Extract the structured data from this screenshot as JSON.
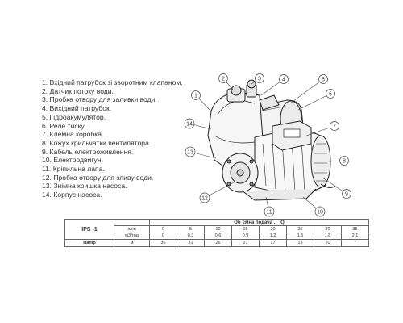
{
  "legend": [
    "1. Вхідний патрубок зі зворотним клапаном.",
    "2. Датчик потоку води.",
    "3. Пробка отвору для заливки води.",
    "4. Вихідний патрубок.",
    "5. Гідроакумулятор.",
    "6. Реле тиску.",
    "7. Клемна коробка.",
    "8. Кожух крильчатки вентилятора.",
    "9. Кабель електроживлення.",
    "10. Електродвигун.",
    "11. Кріпильна лапа.",
    "12. Пробка отвору для зливу води.",
    "13. Знімна кришка насоса.",
    "14. Корпус насоса."
  ],
  "callouts": [
    "1",
    "2",
    "3",
    "4",
    "5",
    "6",
    "7",
    "8",
    "9",
    "10",
    "11",
    "12",
    "13",
    "14"
  ],
  "table": {
    "model": "IPS -1",
    "header_label": "Об`ємна подача ,",
    "header_symbol": "Q",
    "rows": [
      {
        "label": "",
        "unit": "л/хв",
        "values": [
          "0",
          "5",
          "10",
          "15",
          "20",
          "25",
          "30",
          "35"
        ]
      },
      {
        "label": "",
        "unit": "м3/год",
        "values": [
          "0",
          "0.3",
          "0.6",
          "0.9",
          "1.2",
          "1.5",
          "1.8",
          "2.1"
        ]
      },
      {
        "label": "Напір",
        "unit": "м",
        "values": [
          "36",
          "31",
          "26",
          "21",
          "17",
          "13",
          "10",
          "7"
        ]
      }
    ]
  }
}
